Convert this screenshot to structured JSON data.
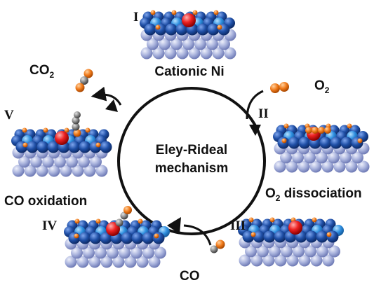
{
  "center_label": {
    "line1": "Eley-Rideal",
    "line2": "mechanism"
  },
  "stages": [
    {
      "roman": "I",
      "caption": "Cationic Ni"
    },
    {
      "roman": "II",
      "caption_main": "O",
      "caption_sub": "2",
      "caption_rest": " dissociation"
    },
    {
      "roman": "III",
      "caption": ""
    },
    {
      "roman": "IV",
      "caption": ""
    },
    {
      "roman": "V",
      "caption": "CO oxidation"
    }
  ],
  "molecules": {
    "o2": {
      "main": "O",
      "sub": "2"
    },
    "co": {
      "main": "CO"
    },
    "co2": {
      "main": "CO",
      "sub": "2"
    }
  },
  "colors": {
    "support": "#a9b3dd",
    "surface_dark": "#1f4fa6",
    "surface_light": "#2f8fe0",
    "oxygen": "#f07a1a",
    "nickel": "#ee2222",
    "carbon": "#8a8a8a",
    "arrow": "#111111"
  }
}
